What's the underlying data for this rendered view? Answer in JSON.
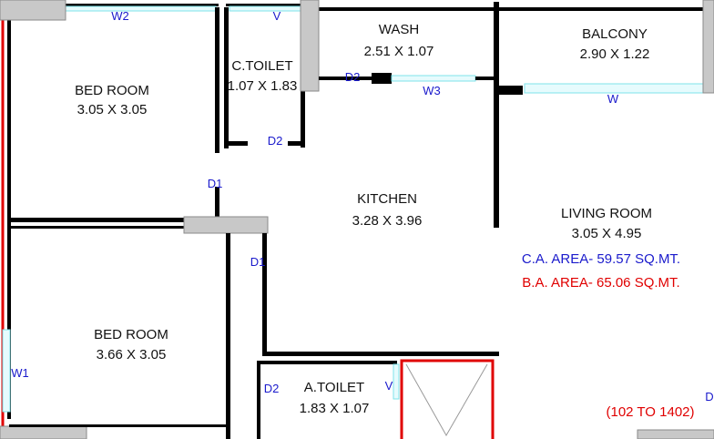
{
  "rooms": {
    "bedroom1": {
      "name": "BED ROOM",
      "size": "3.05 X 3.05"
    },
    "bedroom2": {
      "name": "BED ROOM",
      "size": "3.66 X 3.05"
    },
    "ctoilet": {
      "name": "C.TOILET",
      "size": "1.07 X 1.83"
    },
    "wash": {
      "name": "WASH",
      "size": "2.51 X 1.07"
    },
    "balcony": {
      "name": "BALCONY",
      "size": "2.90 X 1.22"
    },
    "kitchen": {
      "name": "KITCHEN",
      "size": "3.28 X 3.96"
    },
    "living": {
      "name": "LIVING ROOM",
      "size": "3.05 X 4.95"
    },
    "atoilet": {
      "name": "A.TOILET",
      "size": "1.83 X 1.07"
    }
  },
  "areas": {
    "carpet": "C.A. AREA- 59.57 SQ.MT.",
    "built": "B.A. AREA- 65.06 SQ.MT."
  },
  "unit_range": "(102 TO 1402)",
  "tags": {
    "w2": "W2",
    "v_top": "V",
    "d2_wash": "D2",
    "w3": "W3",
    "w_balcony": "W",
    "d2_ctoilet": "D2",
    "d1_bed1": "D1",
    "d1_kitchen": "D1",
    "w1": "W1",
    "d2_atoilet": "D2",
    "v_atoilet": "V",
    "d_living": "D"
  },
  "colors": {
    "wall": "#000000",
    "window": "#7fe3ea",
    "outline": "#e00000",
    "tag": "#1a1acc"
  }
}
